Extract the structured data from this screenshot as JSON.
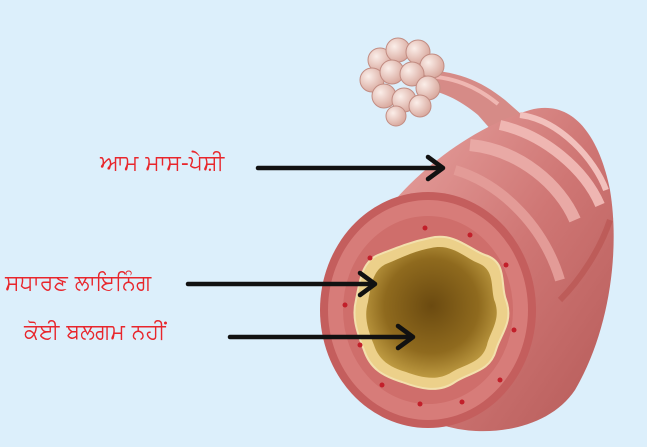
{
  "labels": {
    "muscle": "ਆਮ ਮਾਸ-ਪੇਸ਼ੀ",
    "lining": "ਸਧਾਰਣ ਲਾਇਨਿੰਗ",
    "mucus": "ਕੋਈ ਬਲਗਮ ਨਹੀਂ"
  },
  "colors": {
    "background": "#dceffb",
    "label_text": "#e8262c",
    "arrow": "#111111",
    "tube_outer": "#c86c6a",
    "tube_band": "#d98886",
    "tube_wall": "#c45e5d",
    "lining": "#ecd08a",
    "lumen": "#7a5a16",
    "alveoli": "#e6c2b9"
  },
  "icons": {
    "arrow": "right-arrow"
  }
}
